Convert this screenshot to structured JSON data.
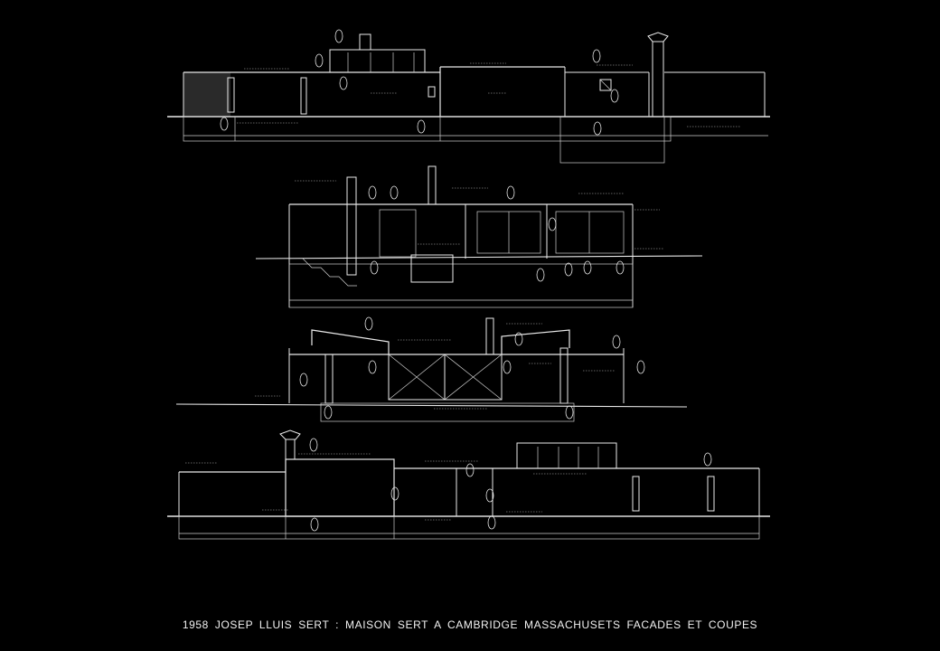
{
  "caption": "1958 JOSEP LLUIS SERT : MAISON SERT A CAMBRIDGE MASSACHUSETS FACADES ET COUPES",
  "drawings": [
    {
      "id": "elevation-top"
    },
    {
      "id": "section-upper-middle"
    },
    {
      "id": "section-lower-middle"
    },
    {
      "id": "elevation-bottom"
    }
  ],
  "colors": {
    "background": "#000000",
    "linework": "#eaeaea"
  }
}
